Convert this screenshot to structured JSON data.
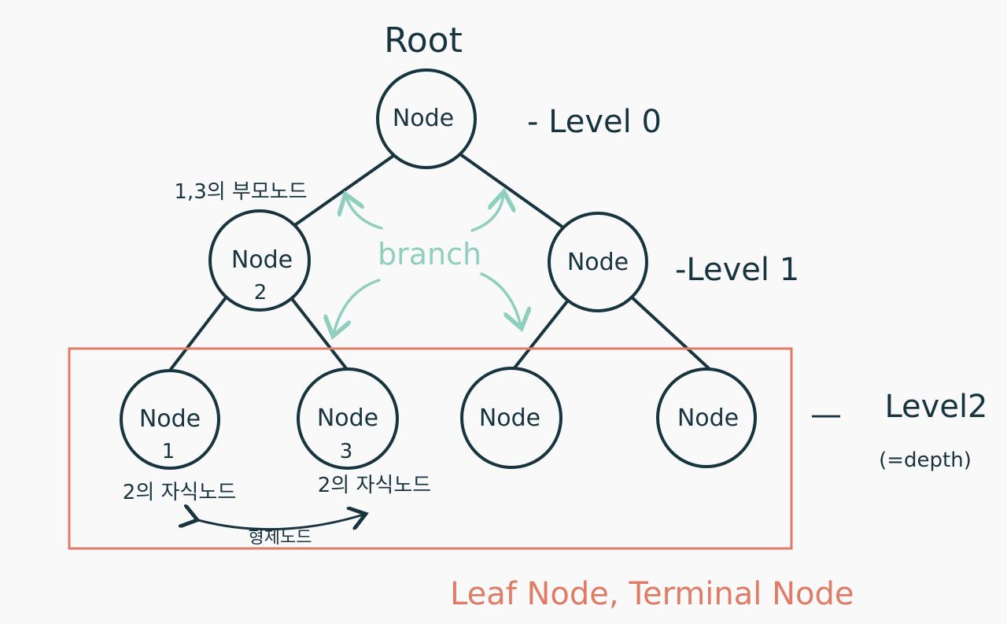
{
  "colors": {
    "ink": "#17343f",
    "branch": "#8fcfbe",
    "leaf_box": "#e07b66",
    "background": "#f9f9f9"
  },
  "root_label": "Root",
  "nodes": {
    "root": {
      "label": "Node",
      "sub": ""
    },
    "node2": {
      "label": "Node",
      "sub": "2"
    },
    "right": {
      "label": "Node",
      "sub": ""
    },
    "node1": {
      "label": "Node",
      "sub": "1"
    },
    "node3": {
      "label": "Node",
      "sub": "3"
    },
    "leaf3": {
      "label": "Node",
      "sub": ""
    },
    "leaf4": {
      "label": "Node",
      "sub": ""
    }
  },
  "levels": {
    "level0": "- Level 0",
    "level1": "-Level 1",
    "level2_dash": "—",
    "level2": "Level2",
    "depth": "(=depth)"
  },
  "annotations": {
    "parent_of_1_3": "1,3의 부모노드",
    "child_of_2_left": "2의 자식노드",
    "child_of_2_right": "2의 자식노드",
    "siblings": "형제노드",
    "branch": "branch",
    "leaf_caption": "Leaf Node, Terminal Node"
  }
}
